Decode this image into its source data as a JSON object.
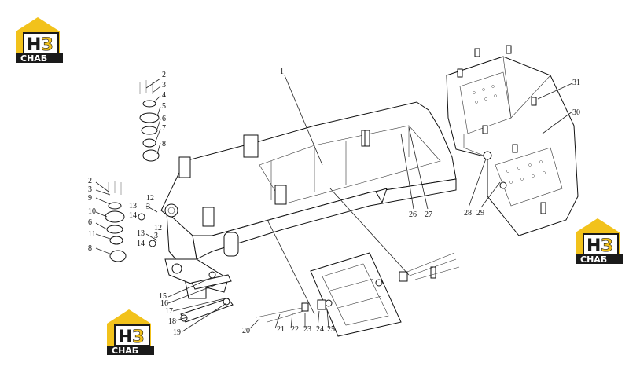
{
  "logo": {
    "main_letter_1": "Н",
    "main_letter_2": "З",
    "sub_text": "СНАБ",
    "color_accent": "#f2c21b",
    "color_dark": "#1a1a1a"
  },
  "callouts": [
    "1",
    "2",
    "3",
    "4",
    "5",
    "6",
    "7",
    "8",
    "2",
    "3",
    "9",
    "10",
    "6",
    "11",
    "8",
    "13",
    "12",
    "3",
    "14",
    "13",
    "12",
    "3",
    "14",
    "15",
    "16",
    "17",
    "18",
    "19",
    "20",
    "21",
    "22",
    "23",
    "24",
    "25",
    "26",
    "27",
    "28",
    "29",
    "30",
    "31"
  ]
}
